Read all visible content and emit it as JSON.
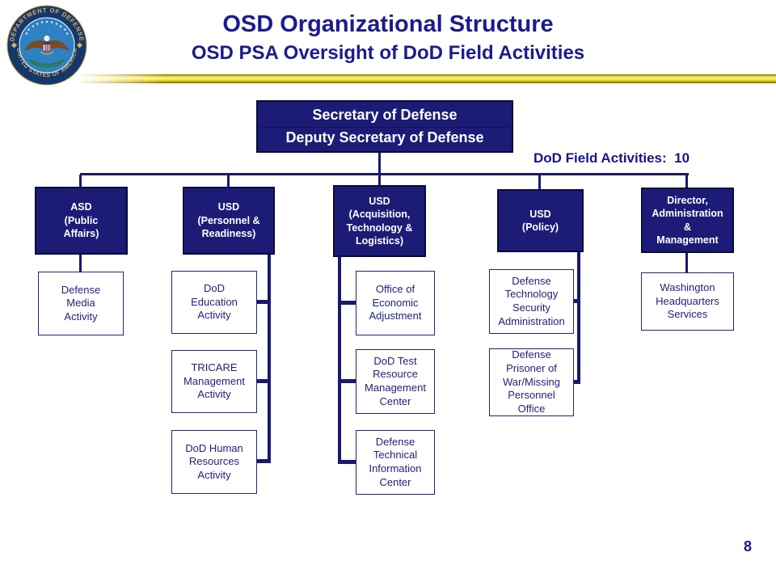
{
  "header": {
    "title": "OSD Organizational Structure",
    "subtitle": "OSD PSA Oversight of DoD Field Activities",
    "seal_top_text": "DEPARTMENT OF DEFENSE",
    "seal_bottom_text": "UNITED STATES OF AMERICA"
  },
  "chart": {
    "field_activities_note": "DoD Field Activities:  10",
    "root_line1": "Secretary of Defense",
    "root_line2": "Deputy Secretary of Defense",
    "branches": [
      {
        "label": "ASD\n(Public\nAffairs)",
        "children": [
          "Defense\nMedia\nActivity"
        ]
      },
      {
        "label": "USD\n(Personnel &\nReadiness)",
        "children": [
          "DoD\nEducation\nActivity",
          "TRICARE\nManagement\nActivity",
          "DoD Human\nResources\nActivity"
        ]
      },
      {
        "label": "USD\n(Acquisition,\nTechnology &\nLogistics)",
        "children": [
          "Office of\nEconomic\nAdjustment",
          "DoD Test\nResource\nManagement\nCenter",
          "Defense\nTechnical\nInformation\nCenter"
        ]
      },
      {
        "label": "USD\n(Policy)",
        "children": [
          "Defense\nTechnology\nSecurity\nAdministration",
          "Defense\nPrisoner of\nWar/Missing\nPersonnel\nOffice"
        ]
      },
      {
        "label": "Director,\nAdministration\n&\nManagement",
        "children": [
          "Washington\nHeadquarters\nServices"
        ]
      }
    ]
  },
  "footer": {
    "page_number": "8"
  },
  "colors": {
    "navy_line": "#191970",
    "box_fill": "#1c1c77",
    "box_border": "#0a0a3c",
    "title_text": "#1b1b8f",
    "gold_bar": "#e8d200",
    "child_text": "#1f1f7a"
  }
}
